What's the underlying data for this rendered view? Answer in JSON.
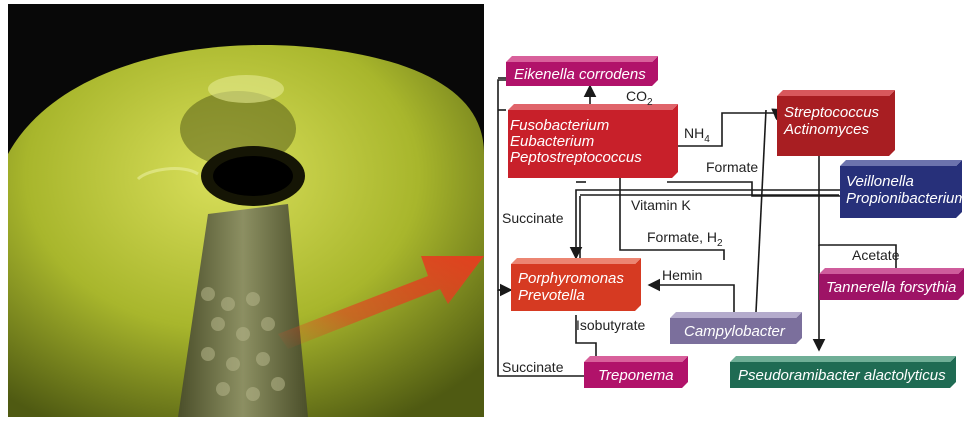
{
  "colors": {
    "red_box": "#c8202a",
    "magenta_box": "#b1126a",
    "blue_box": "#27307a",
    "lavender_box": "#7b6f9c",
    "teal_box": "#1f6b53",
    "arrow": "#e2401f"
  },
  "boxes": {
    "eikenella": "Eikenella corrodens",
    "fuso_1": "Fusobacterium",
    "fuso_2": "Eubacterium",
    "fuso_3": "Peptostreptococcus",
    "strep_1": "Streptococcus",
    "strep_2": "Actinomyces",
    "veil_1": "Veillonella",
    "veil_2": "Propionibacterium",
    "porph_1": "Porphyromonas",
    "porph_2": "Prevotella",
    "tannerella": "Tannerella forsythia",
    "campylobacter": "Campylobacter",
    "treponema": "Treponema",
    "pseudoramibacter": "Pseudoramibacter alactolyticus"
  },
  "labels": {
    "co2": "CO",
    "co2_sub": "2",
    "nh4": "NH",
    "nh4_sub": "4",
    "formate_top": "Formate",
    "vitamin_k": "Vitamin K",
    "succinate_left": "Succinate",
    "formate_h2": "Formate, H",
    "h2_sub": "2",
    "acetate": "Acetate",
    "hemin": "Hemin",
    "isobutyrate": "Isobutyrate",
    "succinate_bottom": "Succinate"
  }
}
